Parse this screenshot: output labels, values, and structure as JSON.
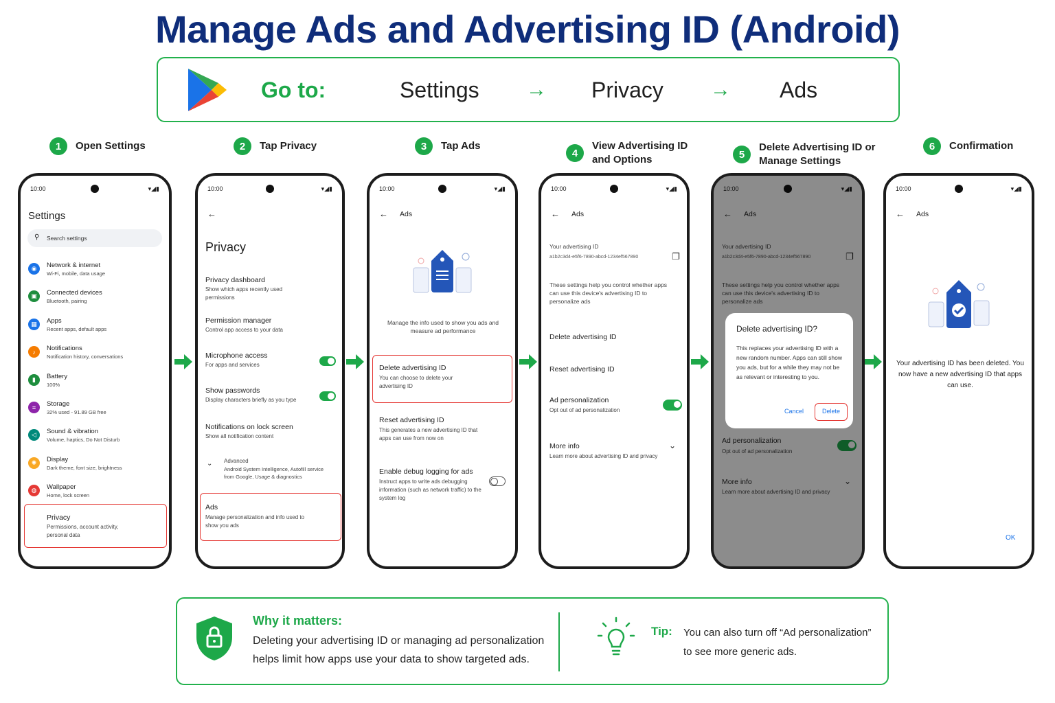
{
  "title": "Manage Ads and Advertising ID (Android)",
  "goto": {
    "label": "Go to:",
    "path": [
      "Settings",
      "Privacy",
      "Ads"
    ],
    "arrow": "→"
  },
  "steps": [
    {
      "num": "1",
      "text": "Open Settings"
    },
    {
      "num": "2",
      "text": "Tap Privacy"
    },
    {
      "num": "3",
      "text": "Tap Ads"
    },
    {
      "num": "4",
      "text": "View Advertising ID and Options"
    },
    {
      "num": "5",
      "text": "Delete Advertising ID or Manage Settings"
    },
    {
      "num": "6",
      "text": "Confirmation"
    }
  ],
  "status_time": "10:00",
  "status_icons": "▾◢▮",
  "phone1": {
    "title": "Settings",
    "search_placeholder": "Search settings",
    "items": [
      {
        "title": "Network & internet",
        "sub": "Wi-Fi, mobile, data usage",
        "icon": "wifi-icon",
        "color": "#1a73e8",
        "glyph": "◉"
      },
      {
        "title": "Connected devices",
        "sub": "Bluetooth, pairing",
        "icon": "devices-icon",
        "color": "#1e8e3e",
        "glyph": "▣"
      },
      {
        "title": "Apps",
        "sub": "Recent apps, default apps",
        "icon": "apps-icon",
        "color": "#1a73e8",
        "glyph": "▦"
      },
      {
        "title": "Notifications",
        "sub": "Notification history, conversations",
        "icon": "bell-icon",
        "color": "#f57c00",
        "glyph": "♪"
      },
      {
        "title": "Battery",
        "sub": "100%",
        "icon": "battery-icon",
        "color": "#1e8e3e",
        "glyph": "▮"
      },
      {
        "title": "Storage",
        "sub": "32% used - 91.89 GB free",
        "icon": "storage-icon",
        "color": "#8e24aa",
        "glyph": "≡"
      },
      {
        "title": "Sound & vibration",
        "sub": "Volume, haptics, Do Not Disturb",
        "icon": "sound-icon",
        "color": "#00897b",
        "glyph": "◁"
      },
      {
        "title": "Display",
        "sub": "Dark theme, font size, brightness",
        "icon": "display-icon",
        "color": "#f9a825",
        "glyph": "✺"
      },
      {
        "title": "Wallpaper",
        "sub": "Home, lock screen",
        "icon": "wallpaper-icon",
        "color": "#e53935",
        "glyph": "◍"
      }
    ],
    "privacy": {
      "title": "Privacy",
      "sub": "Permissions, account activity, personal data",
      "icon": "privacy-icon",
      "color": "#1a73e8",
      "glyph": "▤"
    }
  },
  "phone2": {
    "title": "Privacy",
    "items": [
      {
        "title": "Privacy dashboard",
        "sub": "Show which apps recently used permissions"
      },
      {
        "title": "Permission manager",
        "sub": "Control app access to your data"
      },
      {
        "title": "Microphone access",
        "sub": "For apps and services"
      },
      {
        "title": "Show passwords",
        "sub": "Display characters briefly as you type"
      },
      {
        "title": "Notifications on lock screen",
        "sub": "Show all notification content"
      }
    ],
    "advanced": {
      "title": "Advanced",
      "sub": "Android System Intelligence, Autofill service from Google, Usage & diagnostics"
    },
    "ads": {
      "title": "Ads",
      "sub": "Manage personalization and info used to show you ads"
    }
  },
  "phone3": {
    "title": "Ads",
    "intro": "Manage the info used to show you ads and measure ad performance",
    "delete": {
      "title": "Delete advertising ID",
      "sub": "You can choose to delete your advertising ID"
    },
    "reset": {
      "title": "Reset advertising ID",
      "sub": "This generates a new advertising ID that apps can use from now on"
    },
    "debug": {
      "title": "Enable debug logging for ads",
      "sub": "Instruct apps to write ads debugging information (such as network traffic) to the system log"
    }
  },
  "phone4": {
    "title": "Ads",
    "id_label": "Your advertising ID",
    "id_value": "a1b2c3d4-e5f6-7890-abcd-1234ef567890",
    "desc": "These settings help you control whether apps can use this device's advertising ID to personalize ads",
    "delete": "Delete advertising ID",
    "reset": "Reset advertising ID",
    "personalization": {
      "title": "Ad personalization",
      "sub": "Opt out of ad personalization"
    },
    "more": {
      "title": "More info",
      "sub": "Learn more about advertising ID and privacy"
    }
  },
  "phone5": {
    "title": "Ads",
    "id_label": "Your advertising ID",
    "id_value": "a1b2c3d4-e5f6-7890-abcd-1234ef567890",
    "desc": "These settings help you control whether apps can use this device's advertising ID to personalize ads",
    "personalization": {
      "title": "Ad personalization",
      "sub": "Opt out of ad personalization"
    },
    "more": {
      "title": "More info",
      "sub": "Learn more about advertising ID and privacy"
    },
    "dialog": {
      "title": "Delete advertising ID?",
      "body": "This replaces your advertising ID with a new random number. Apps can still show you ads, but for a while they may not be as relevant or interesting to you.",
      "cancel": "Cancel",
      "delete": "Delete"
    }
  },
  "phone6": {
    "title": "Ads",
    "message": "Your advertising ID has been deleted. You now have a new advertising ID that apps can use.",
    "ok": "OK"
  },
  "why": {
    "title": "Why it matters:",
    "body": "Deleting your advertising ID or managing ad personalization helps limit how apps use your data to show targeted ads."
  },
  "tip": {
    "label": "Tip:",
    "body": "You can also turn off “Ad personalization” to see more generic ads."
  },
  "colors": {
    "green": "#1da849",
    "navy": "#0f2d7a",
    "highlight": "#e53935",
    "link": "#1a73e8"
  }
}
